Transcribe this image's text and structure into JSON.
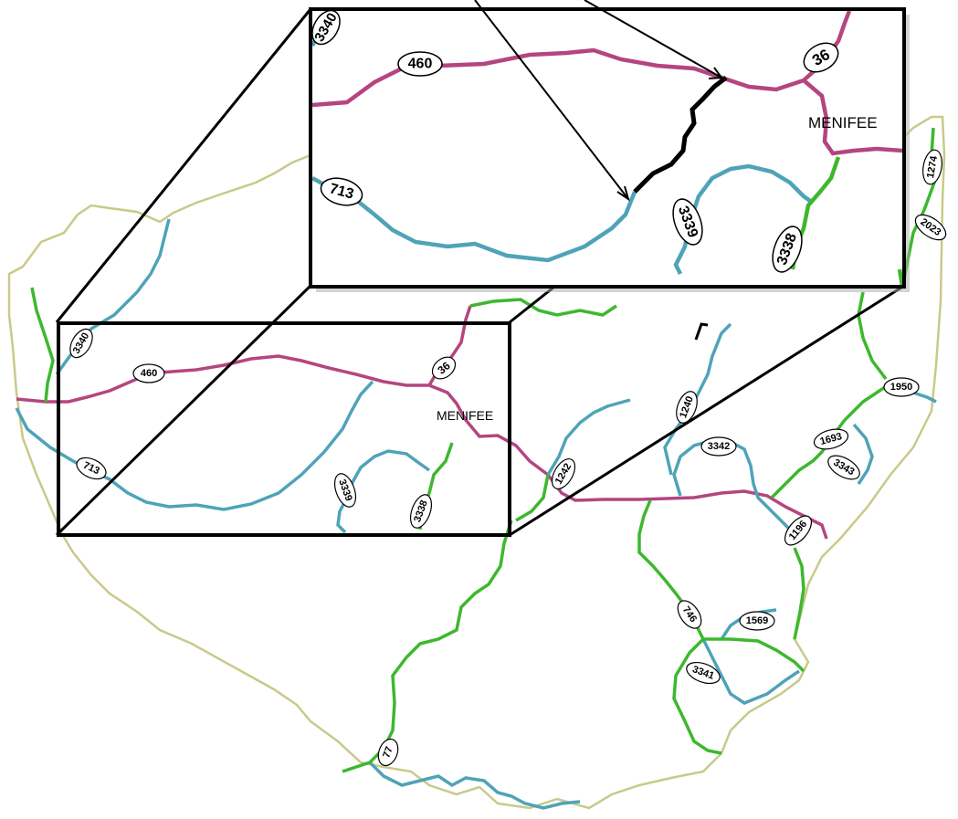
{
  "colors": {
    "county_border": "#c9c98a",
    "state_route": "#b5457f",
    "local_route": "#4fa3b8",
    "minor_route": "#3db82e",
    "frame": "#000000",
    "shield_fill": "#ffffff",
    "shield_stroke": "#000000"
  },
  "place_label": "MENIFEE",
  "inset_place_label": "MENIFEE",
  "shields": {
    "s3340": "3340",
    "s460": "460",
    "s36": "36",
    "s713": "713",
    "s3339": "3339",
    "s3338": "3338",
    "s1242": "1242",
    "s1240": "1240",
    "s3342": "3342",
    "s1693": "1693",
    "s3343": "3343",
    "s1950": "1950",
    "s1196": "1196",
    "s746": "746",
    "s1569": "1569",
    "s3341": "3341",
    "s77": "77",
    "s1274": "1274",
    "s2023": "2023"
  },
  "inset_shields": {
    "i3340": "3340",
    "i460": "460",
    "i36": "36",
    "i713": "713",
    "i3339": "3339",
    "i3338": "3338"
  }
}
